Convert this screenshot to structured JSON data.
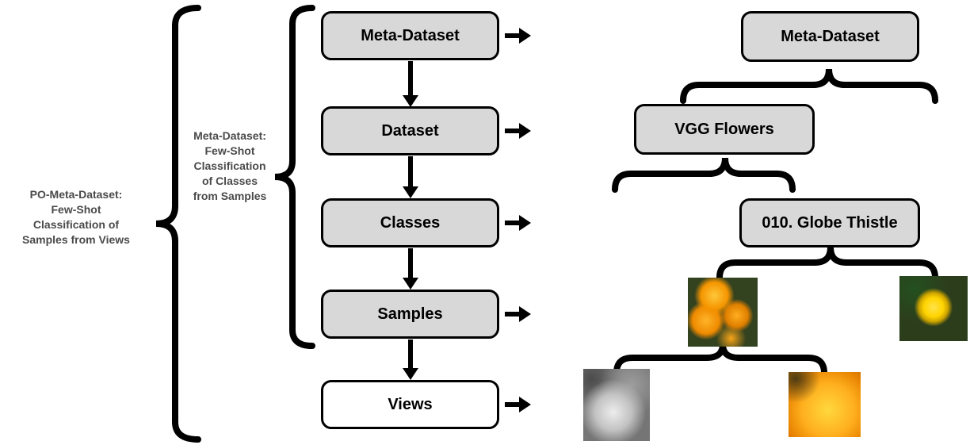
{
  "figure": {
    "annotations": {
      "outer": [
        "PO-Meta-Dataset:",
        "Few-Shot",
        "Classification of",
        "Samples from Views"
      ],
      "inner": [
        "Meta-Dataset:",
        "Few-Shot",
        "Classification",
        "of Classes",
        "from Samples"
      ]
    },
    "flow_boxes": [
      {
        "label": "Meta-Dataset",
        "fill": "#d8d8d8"
      },
      {
        "label": "Dataset",
        "fill": "#d8d8d8"
      },
      {
        "label": "Classes",
        "fill": "#d8d8d8"
      },
      {
        "label": "Samples",
        "fill": "#d8d8d8"
      },
      {
        "label": "Views",
        "fill": "#ffffff"
      }
    ],
    "example_boxes": [
      {
        "label": "Meta-Dataset"
      },
      {
        "label": "VGG Flowers"
      },
      {
        "label": "010. Globe Thistle"
      }
    ],
    "photos": [
      {
        "name": "marigold-cluster-photo"
      },
      {
        "name": "yellow-flower-photo"
      },
      {
        "name": "grayscale-flower-view-photo"
      },
      {
        "name": "orange-flower-closeup-view-photo"
      }
    ],
    "colors": {
      "box_fill_gray": "#d8d8d8",
      "box_fill_white": "#ffffff",
      "stroke": "#000000",
      "annotation_text": "#4a4a4a"
    }
  }
}
